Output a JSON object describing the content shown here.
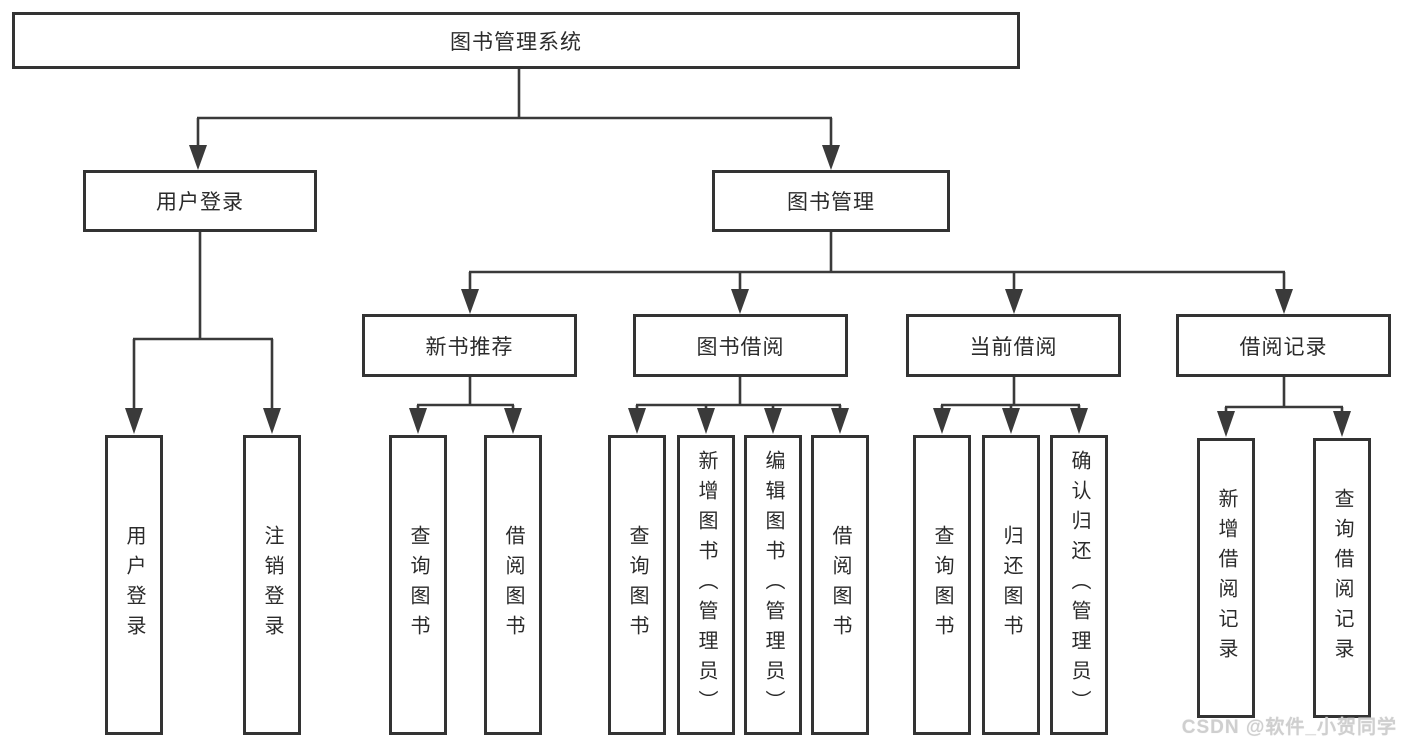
{
  "tree": {
    "label": "图书管理系统",
    "children": [
      {
        "label": "用户登录",
        "children": [
          {
            "label": "用户登录"
          },
          {
            "label": "注销登录"
          }
        ]
      },
      {
        "label": "图书管理",
        "children": [
          {
            "label": "新书推荐",
            "children": [
              {
                "label": "查询图书"
              },
              {
                "label": "借阅图书"
              }
            ]
          },
          {
            "label": "图书借阅",
            "children": [
              {
                "label": "查询图书"
              },
              {
                "label": "新增图书（管理员）"
              },
              {
                "label": "编辑图书（管理员）"
              },
              {
                "label": "借阅图书"
              }
            ]
          },
          {
            "label": "当前借阅",
            "children": [
              {
                "label": "查询图书"
              },
              {
                "label": "归还图书"
              },
              {
                "label": "确认归还（管理员）"
              }
            ]
          },
          {
            "label": "借阅记录",
            "children": [
              {
                "label": "新增借阅记录"
              },
              {
                "label": "查询借阅记录"
              }
            ]
          }
        ]
      }
    ]
  },
  "watermark": "CSDN @软件_小贺同学",
  "colors": {
    "line": "#3a3a3a",
    "box_border": "#333333",
    "text": "#2b2b2b",
    "background": "#ffffff",
    "watermark": "#cfcfcf"
  }
}
